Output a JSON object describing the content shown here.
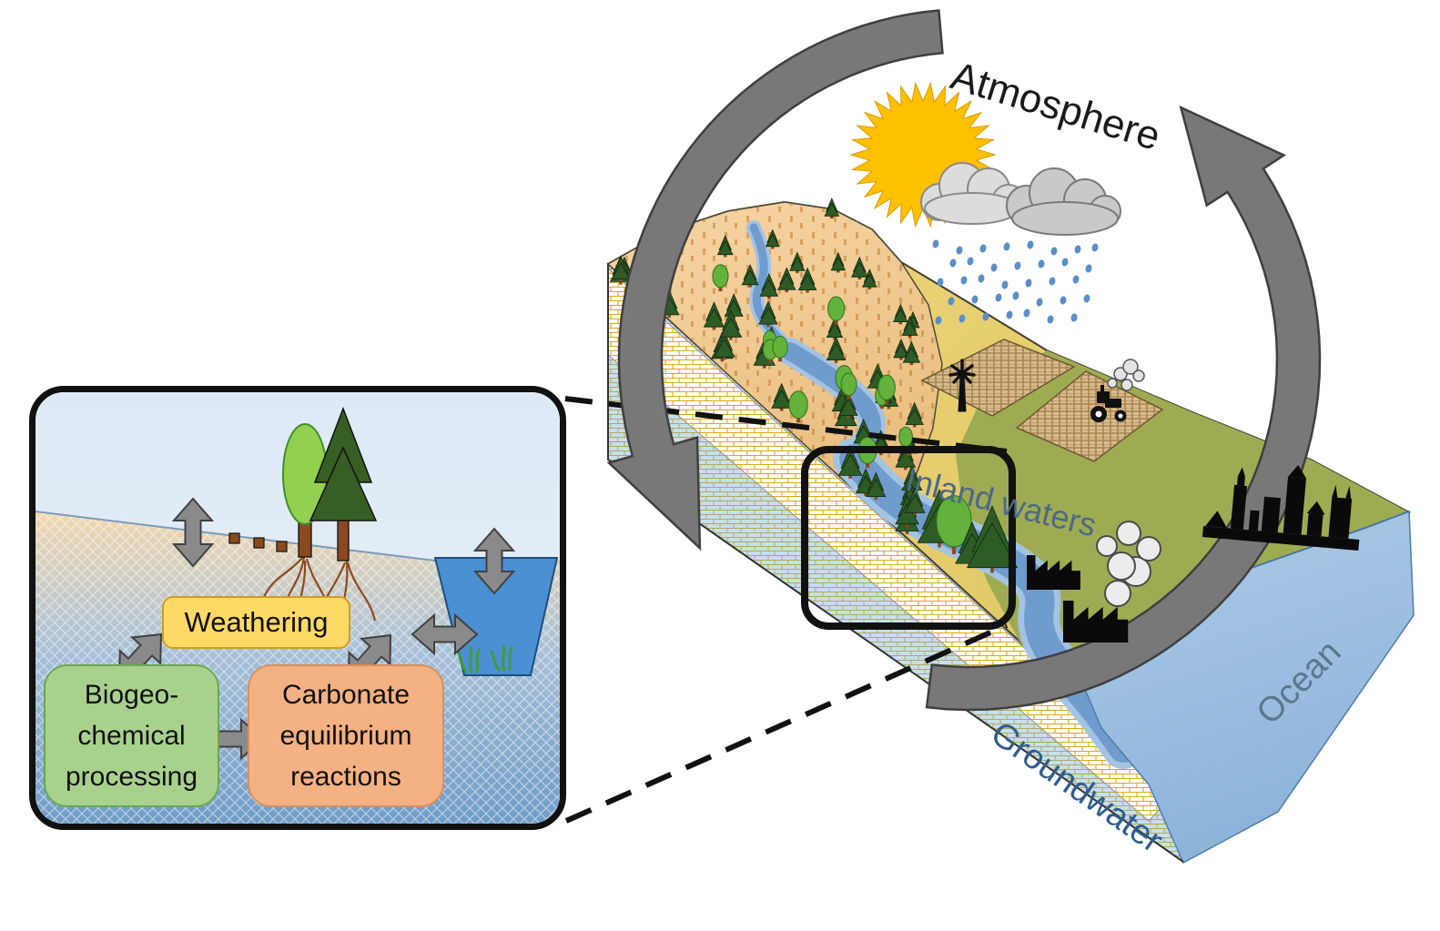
{
  "labels": {
    "atmosphere": "Atmosphere",
    "inland_waters": "Inland waters",
    "ocean": "Ocean",
    "groundwater": "Groundwater"
  },
  "inset": {
    "weathering": {
      "label": "Weathering",
      "fill": "#FFD966"
    },
    "biogeochemical": {
      "lines": [
        "Biogeo-",
        "chemical",
        "processing"
      ],
      "fill": "#A9D18E"
    },
    "carbonate": {
      "lines": [
        "Carbonate",
        "equilibrium",
        "reactions"
      ],
      "fill": "#F4B183"
    }
  },
  "icons": [
    "sun-icon",
    "rain-cloud-icon",
    "raindrops-icon",
    "conifer-tree-icon",
    "broadleaf-tree-icon",
    "river",
    "farm-field",
    "windmill-icon",
    "tractor-icon",
    "smoke-icon",
    "factory-icon",
    "city-skyline-icon",
    "lake",
    "seaweed-icon",
    "roots-icon",
    "rocks-icon",
    "cycle-arrow-icon",
    "exchange-arrow-icon",
    "magnifier-callout-box",
    "dashed-connector"
  ],
  "colors": {
    "sun": "#FFC000",
    "cloud_light": "#DCDCDC",
    "cloud_dark": "#C9C9C9",
    "rain": "#5B8FC7",
    "cycle_arrow": "#787878",
    "exchange_arrow": "#8A8A8A",
    "mountain": "#EEC48D",
    "plain": "#E7CD6D",
    "lowland": "#9FAB52",
    "river": "#6F9CCD",
    "ocean": "#A5C6E4",
    "groundwater_face": "#C6DFF0",
    "hatch": "#C2A238",
    "field": "#D9BB8D",
    "lake": "#4A90D2",
    "weathering_fill": "#FFD966",
    "biogeo_fill": "#A9D18E",
    "carbonate_fill": "#F4B183",
    "label_atmosphere": "#1A1A1A",
    "label_inland_waters": "#4D6A85",
    "label_ocean": "#5B7890",
    "label_groundwater": "#2E5E8E"
  }
}
